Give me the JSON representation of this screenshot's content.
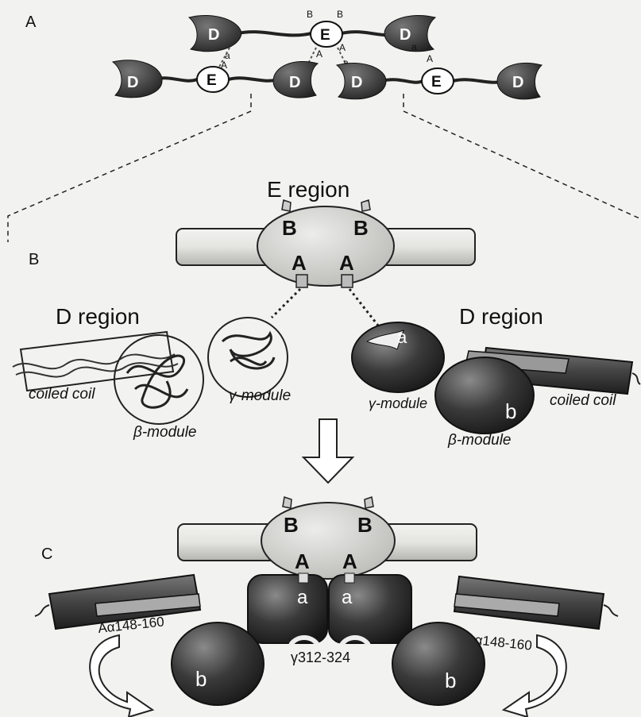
{
  "panels": {
    "a": "A",
    "b": "B",
    "c": "C"
  },
  "panel_a": {
    "d": "D",
    "e": "E",
    "site_a": "a",
    "site_A": "A",
    "site_B": "B"
  },
  "panel_b": {
    "e_region_title": "E region",
    "d_region_left": "D region",
    "d_region_right": "D region",
    "knob_B": "B",
    "knob_A": "A",
    "hole_a": "a",
    "hole_b": "b",
    "coiled_coil": "coiled coil",
    "gamma_module": "γ-module",
    "beta_module": "β-module"
  },
  "panel_c": {
    "knob_B": "B",
    "knob_A": "A",
    "hole_a": "a",
    "hole_b": "b",
    "alpha_site": "Aα148-160",
    "gamma_site": "γ312-324"
  },
  "colors": {
    "dark": "#262626",
    "light": "#d4d4d0",
    "line": "#111111"
  }
}
